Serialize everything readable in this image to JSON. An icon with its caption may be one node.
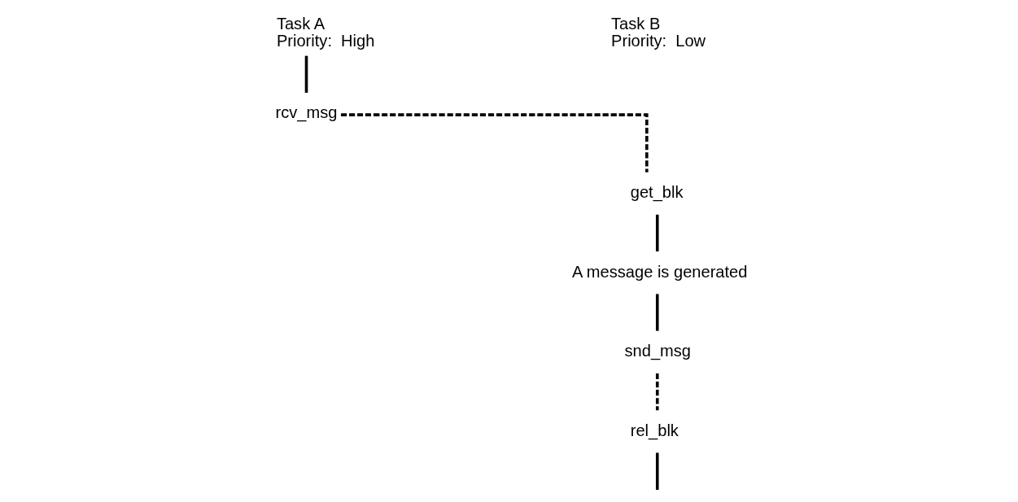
{
  "diagram": {
    "nodes": [
      {
        "text": [
          "Task A",
          "Priority:  High"
        ]
      },
      {
        "text": [
          "rcv_msg"
        ]
      },
      {
        "text": [
          "Task B",
          "Priority:  Low"
        ]
      },
      {
        "text": [
          "get_blk"
        ]
      },
      {
        "text": [
          "A message is generated"
        ]
      },
      {
        "text": [
          "snd_msg"
        ]
      },
      {
        "text": [
          "rel_blk"
        ]
      }
    ],
    "edges": [
      {
        "from": 0,
        "to": 1,
        "arrow": "none"
      },
      {
        "from": 1,
        "to": 3,
        "arrow": "none",
        "style": "dashed"
      },
      {
        "from": 3,
        "to": 4,
        "arrow": "none"
      },
      {
        "from": 4,
        "to": 5,
        "arrow": "none"
      },
      {
        "from": 5,
        "to": 6,
        "arrow": "none",
        "style": "dashed"
      },
      {
        "from": 6,
        "to": null,
        "arrow": "none"
      }
    ]
  }
}
